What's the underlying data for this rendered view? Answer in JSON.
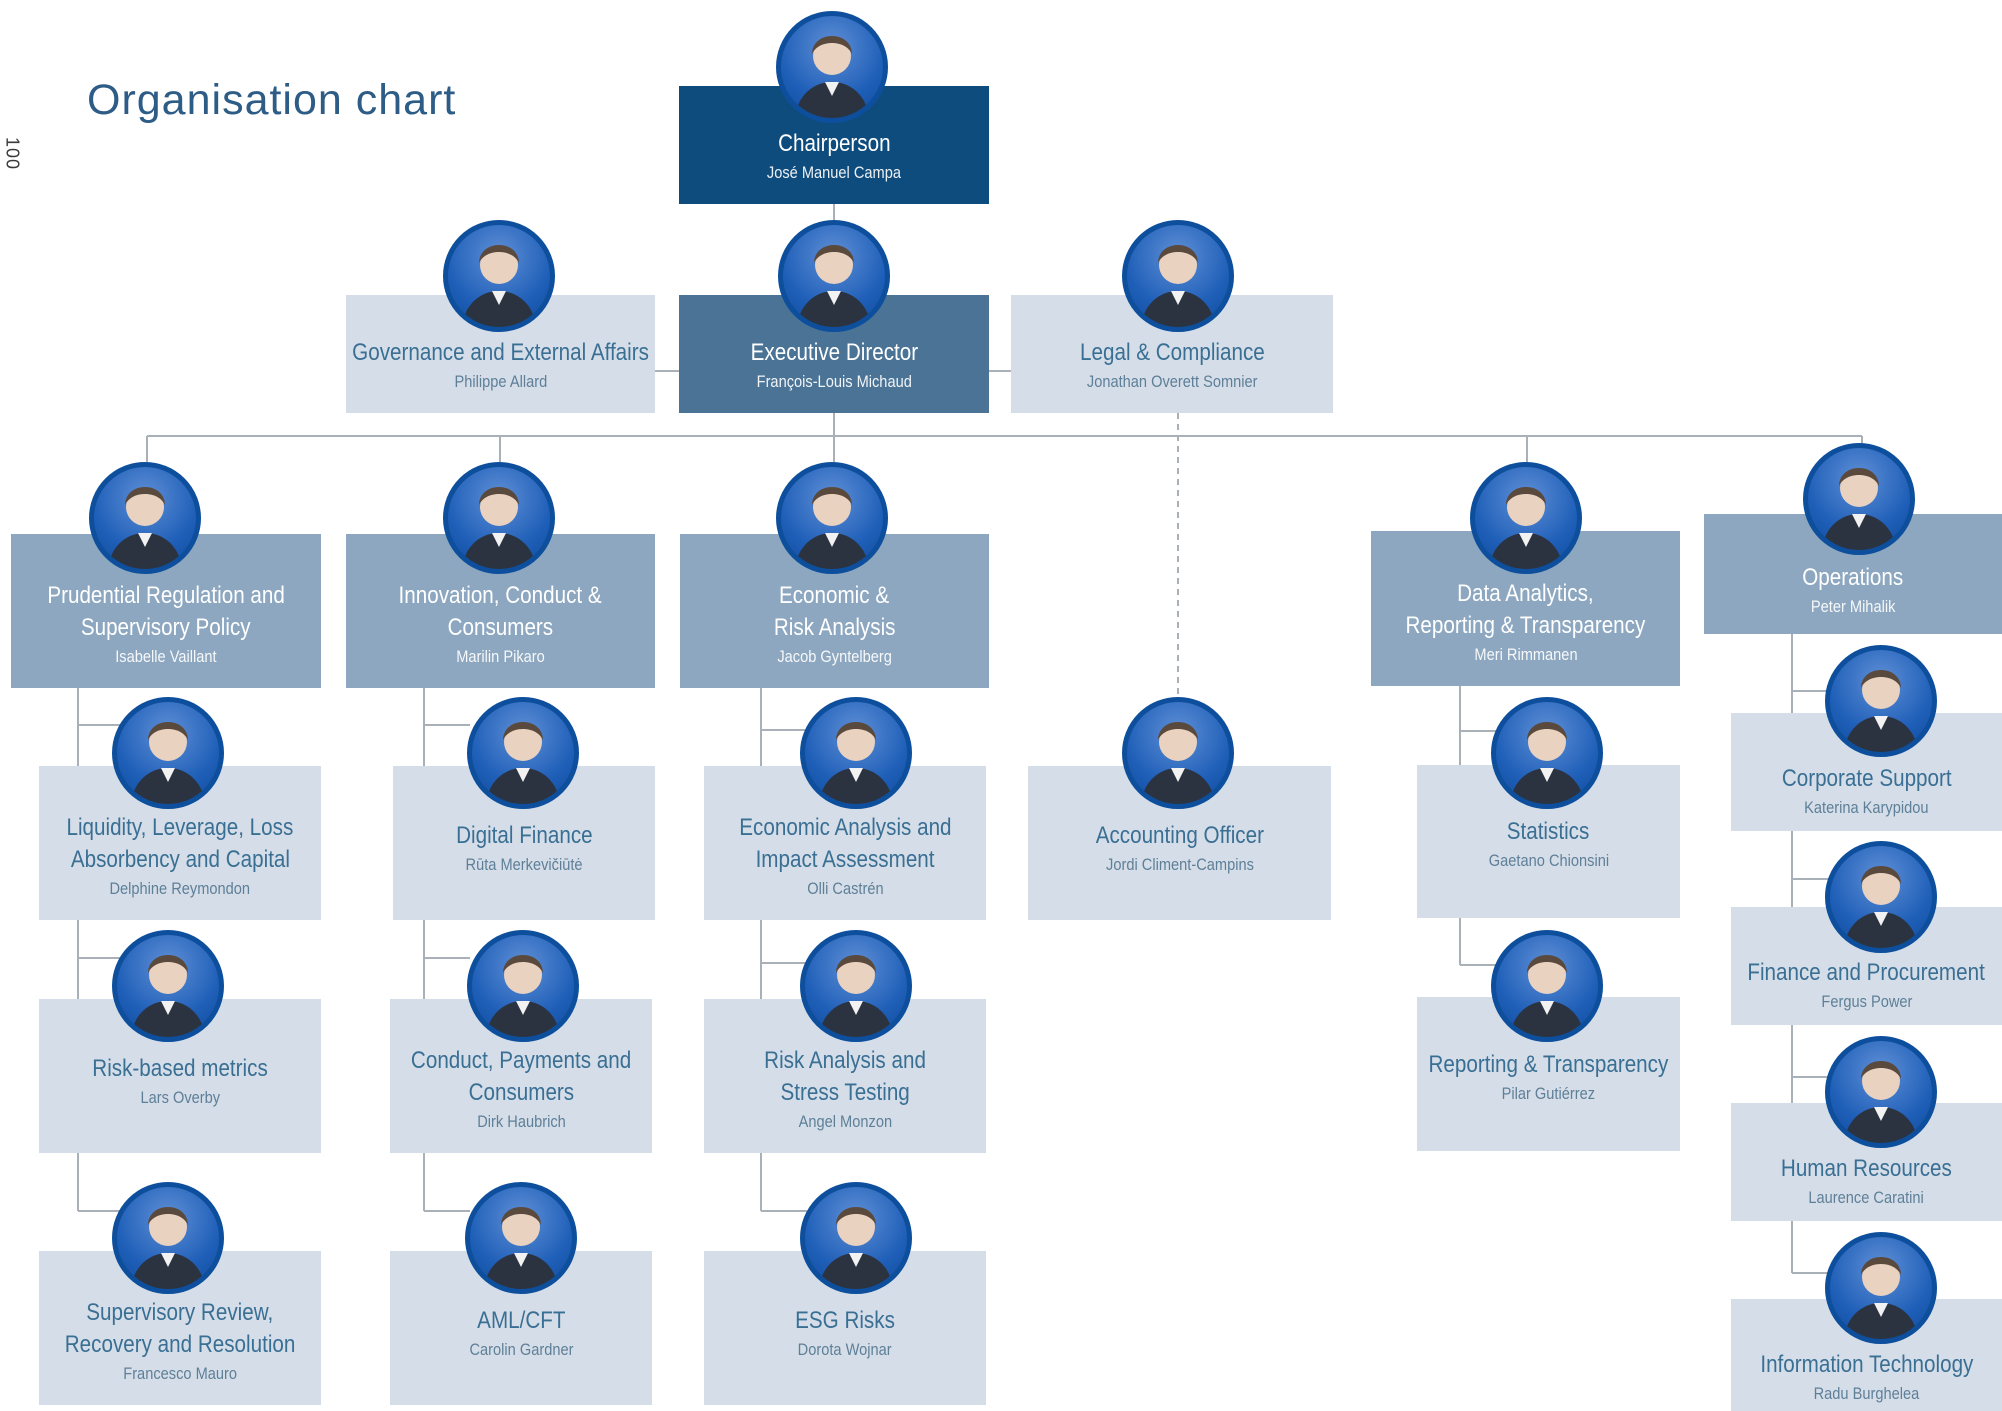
{
  "page_number": "100",
  "title": "Organisation chart",
  "chairperson": {
    "title": "Chairperson",
    "name": "José Manuel Campa"
  },
  "governance": {
    "title": "Governance and External Affairs",
    "name": "Philippe Allard"
  },
  "executive": {
    "title": "Executive Director",
    "name": "François-Louis Michaud"
  },
  "legal": {
    "title": "Legal & Compliance",
    "name": "Jonathan Overett Somnier"
  },
  "accounting": {
    "title": "Accounting Officer",
    "name": "Jordi Climent-Campins"
  },
  "departments": {
    "prudential": {
      "title_lines": [
        "Prudential Regulation and",
        "Supervisory Policy"
      ],
      "name": "Isabelle Vaillant",
      "units": [
        {
          "title_lines": [
            "Liquidity, Leverage, Loss",
            "Absorbency and Capital"
          ],
          "name": "Delphine Reymondon"
        },
        {
          "title_lines": [
            "Risk-based metrics"
          ],
          "name": "Lars Overby"
        },
        {
          "title_lines": [
            "Supervisory Review,",
            "Recovery and Resolution"
          ],
          "name": "Francesco Mauro"
        }
      ]
    },
    "innovation": {
      "title_lines": [
        "Innovation, Conduct &",
        "Consumers"
      ],
      "name": "Marilin Pikaro",
      "units": [
        {
          "title_lines": [
            "Digital Finance"
          ],
          "name": "Rūta Merkevičiūtė"
        },
        {
          "title_lines": [
            "Conduct, Payments and",
            "Consumers"
          ],
          "name": "Dirk Haubrich"
        },
        {
          "title_lines": [
            "AML/CFT"
          ],
          "name": "Carolin Gardner"
        }
      ]
    },
    "economic": {
      "title_lines": [
        "Economic &",
        "Risk Analysis"
      ],
      "name": "Jacob Gyntelberg",
      "units": [
        {
          "title_lines": [
            "Economic Analysis and",
            "Impact Assessment"
          ],
          "name": "Olli Castrén"
        },
        {
          "title_lines": [
            "Risk Analysis and",
            "Stress Testing"
          ],
          "name": "Angel Monzon"
        },
        {
          "title_lines": [
            "ESG Risks"
          ],
          "name": "Dorota Wojnar"
        }
      ]
    },
    "data": {
      "title_lines": [
        "Data Analytics,",
        "Reporting & Transparency"
      ],
      "name": "Meri Rimmanen",
      "units": [
        {
          "title_lines": [
            "Statistics"
          ],
          "name": "Gaetano Chionsini"
        },
        {
          "title_lines": [
            "Reporting & Transparency"
          ],
          "name": "Pilar Gutiérrez"
        }
      ]
    },
    "operations": {
      "title_lines": [
        "Operations"
      ],
      "name": "Peter Mihalik",
      "units": [
        {
          "title_lines": [
            "Corporate Support"
          ],
          "name": "Katerina Karypidou"
        },
        {
          "title_lines": [
            "Finance and Procurement"
          ],
          "name": "Fergus Power"
        },
        {
          "title_lines": [
            "Human Resources"
          ],
          "name": "Laurence Caratini"
        },
        {
          "title_lines": [
            "Information Technology"
          ],
          "name": "Radu Burghelea"
        }
      ]
    }
  },
  "colors": {
    "chair": "#0f4c7e",
    "executive": "#4a7396",
    "department": "#8ca7bf",
    "unit": "#d5dee8",
    "connector": "#a9b0b8",
    "avatar_ring": "#0d4f9c",
    "title_text": "#2d5c86"
  }
}
